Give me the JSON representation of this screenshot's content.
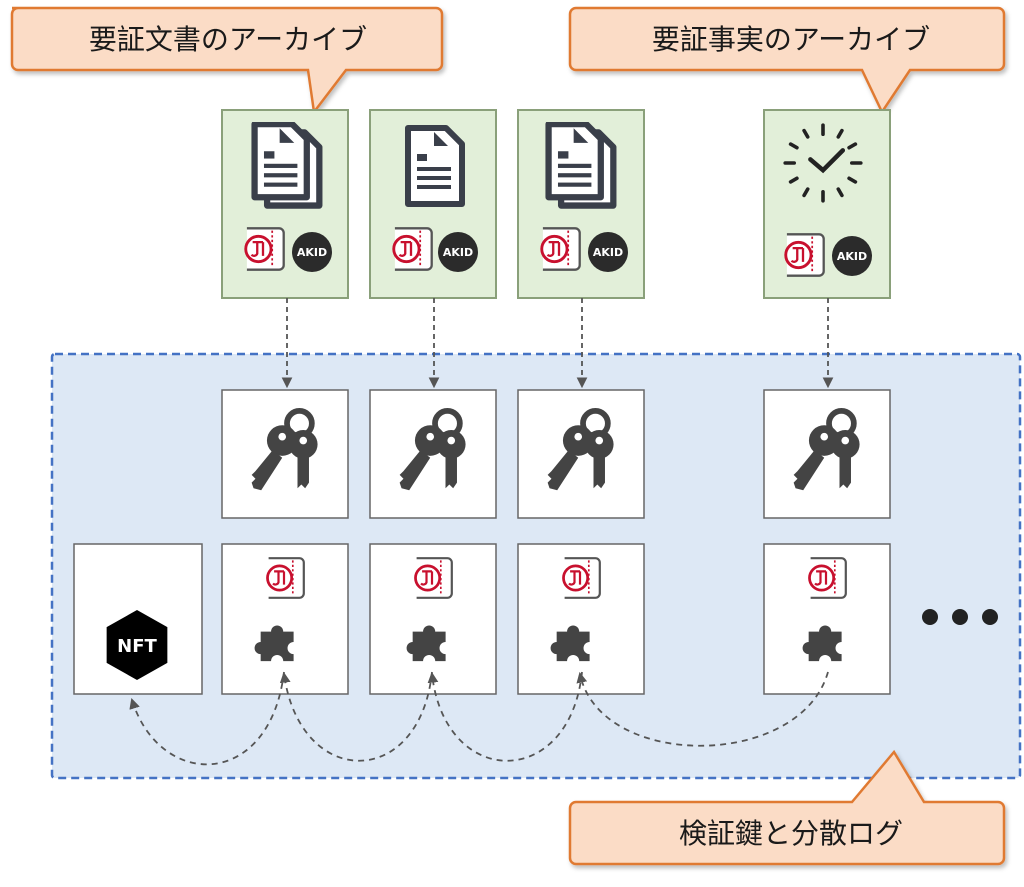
{
  "callouts": {
    "doc_archive": "要証文書のアーカイブ",
    "fact_archive": "要証事実のアーカイブ",
    "log": "検証鍵と分散ログ"
  },
  "badges": {
    "akid": "AKID",
    "nft": "NFT"
  },
  "icons": {
    "archive_docs": [
      "documents-icon",
      "document-icon",
      "documents-icon",
      "clock-icon"
    ],
    "keys": "key-icon",
    "puzzle": "puzzle-piece-icon",
    "seal": "seal-stamp-icon",
    "more": "ellipsis-icon"
  },
  "colors": {
    "callout_fill": "#fbdcc6",
    "callout_stroke": "#e07a30",
    "archive_fill": "#e2efd9",
    "archive_stroke": "#8aa07a",
    "log_area_fill": "#dde8f5",
    "log_area_border": "#4472c4",
    "seal_red": "#c8102e",
    "icon_dark": "#444444"
  }
}
